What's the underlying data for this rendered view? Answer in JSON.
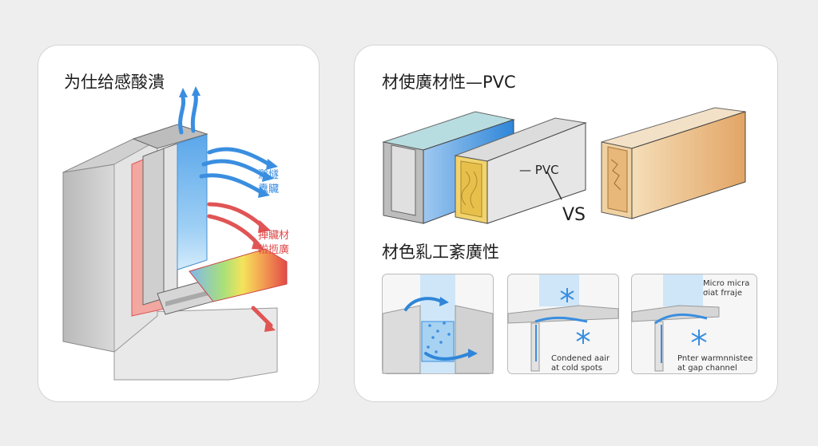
{
  "left_panel": {
    "title": "为仕给感酸潰",
    "label_cool_1": "滁燧",
    "label_cool_2": "纛贜",
    "label_warm_1": "捙贜材",
    "label_warm_2": "鞡揯廣"
  },
  "right_panel": {
    "title_top": "材使廣材性—PVC",
    "pvc_label": "— PVC",
    "vs_label": "VS",
    "title_bottom": "材色乿工紊廣性",
    "box1": {},
    "box2": {
      "caption_1": "Condened aair",
      "caption_2": "at cold spots"
    },
    "box3": {
      "top_1": "Micro micra",
      "top_2": "σiat frraje",
      "caption_1": "Pnter warmnnistee",
      "caption_2": "at gap channel"
    }
  },
  "colors": {
    "cool": "#3a8ee0",
    "warm": "#e04a4a",
    "profile_grey": "#c9c9c9",
    "wood": "#e7a96a",
    "insulation": "#e6c255"
  }
}
